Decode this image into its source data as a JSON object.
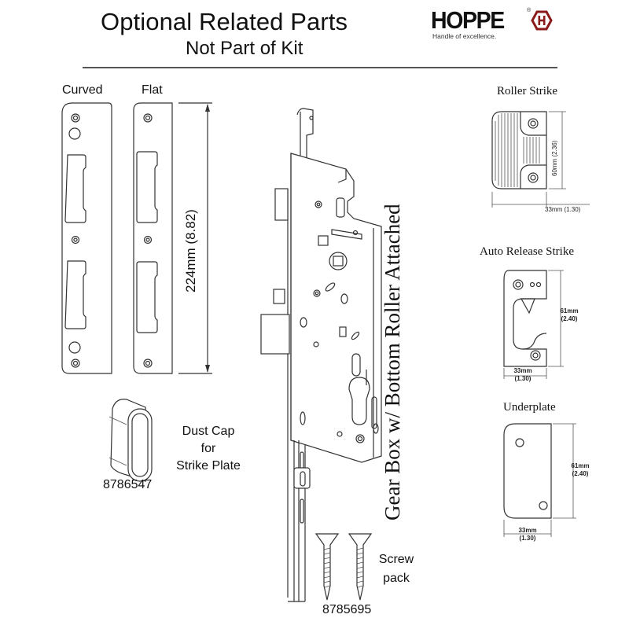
{
  "header": {
    "title": "Optional Related Parts",
    "subtitle": "Not Part of Kit"
  },
  "brand": {
    "name": "HOPPE",
    "registered": "®",
    "tagline": "Handle of excellence.",
    "accent_color": "#8b1a1a"
  },
  "strike_plates": {
    "curved_label": "Curved",
    "flat_label": "Flat",
    "length_dimension": "224mm (8.82)"
  },
  "dust_cap": {
    "label_lines": [
      "Dust Cap",
      "for",
      "Strike Plate"
    ],
    "part_number": "8786547"
  },
  "gear_box": {
    "label": "Gear Box w/ Bottom Roller Attached"
  },
  "screw_pack": {
    "label_lines": [
      "Screw",
      "pack"
    ],
    "part_number": "8785695"
  },
  "roller_strike": {
    "title": "Roller Strike",
    "height_dimension": "60mm (2.36)",
    "width_dimension": "33mm (1.30)"
  },
  "auto_release_strike": {
    "title": "Auto Release Strike",
    "height_mm": "61mm",
    "height_in": "(2.40)",
    "width_mm": "33mm",
    "width_in": "(1.30)"
  },
  "underplate": {
    "title": "Underplate",
    "height_mm": "61mm",
    "height_in": "(2.40)",
    "width_mm": "33mm",
    "width_in": "(1.30)"
  }
}
